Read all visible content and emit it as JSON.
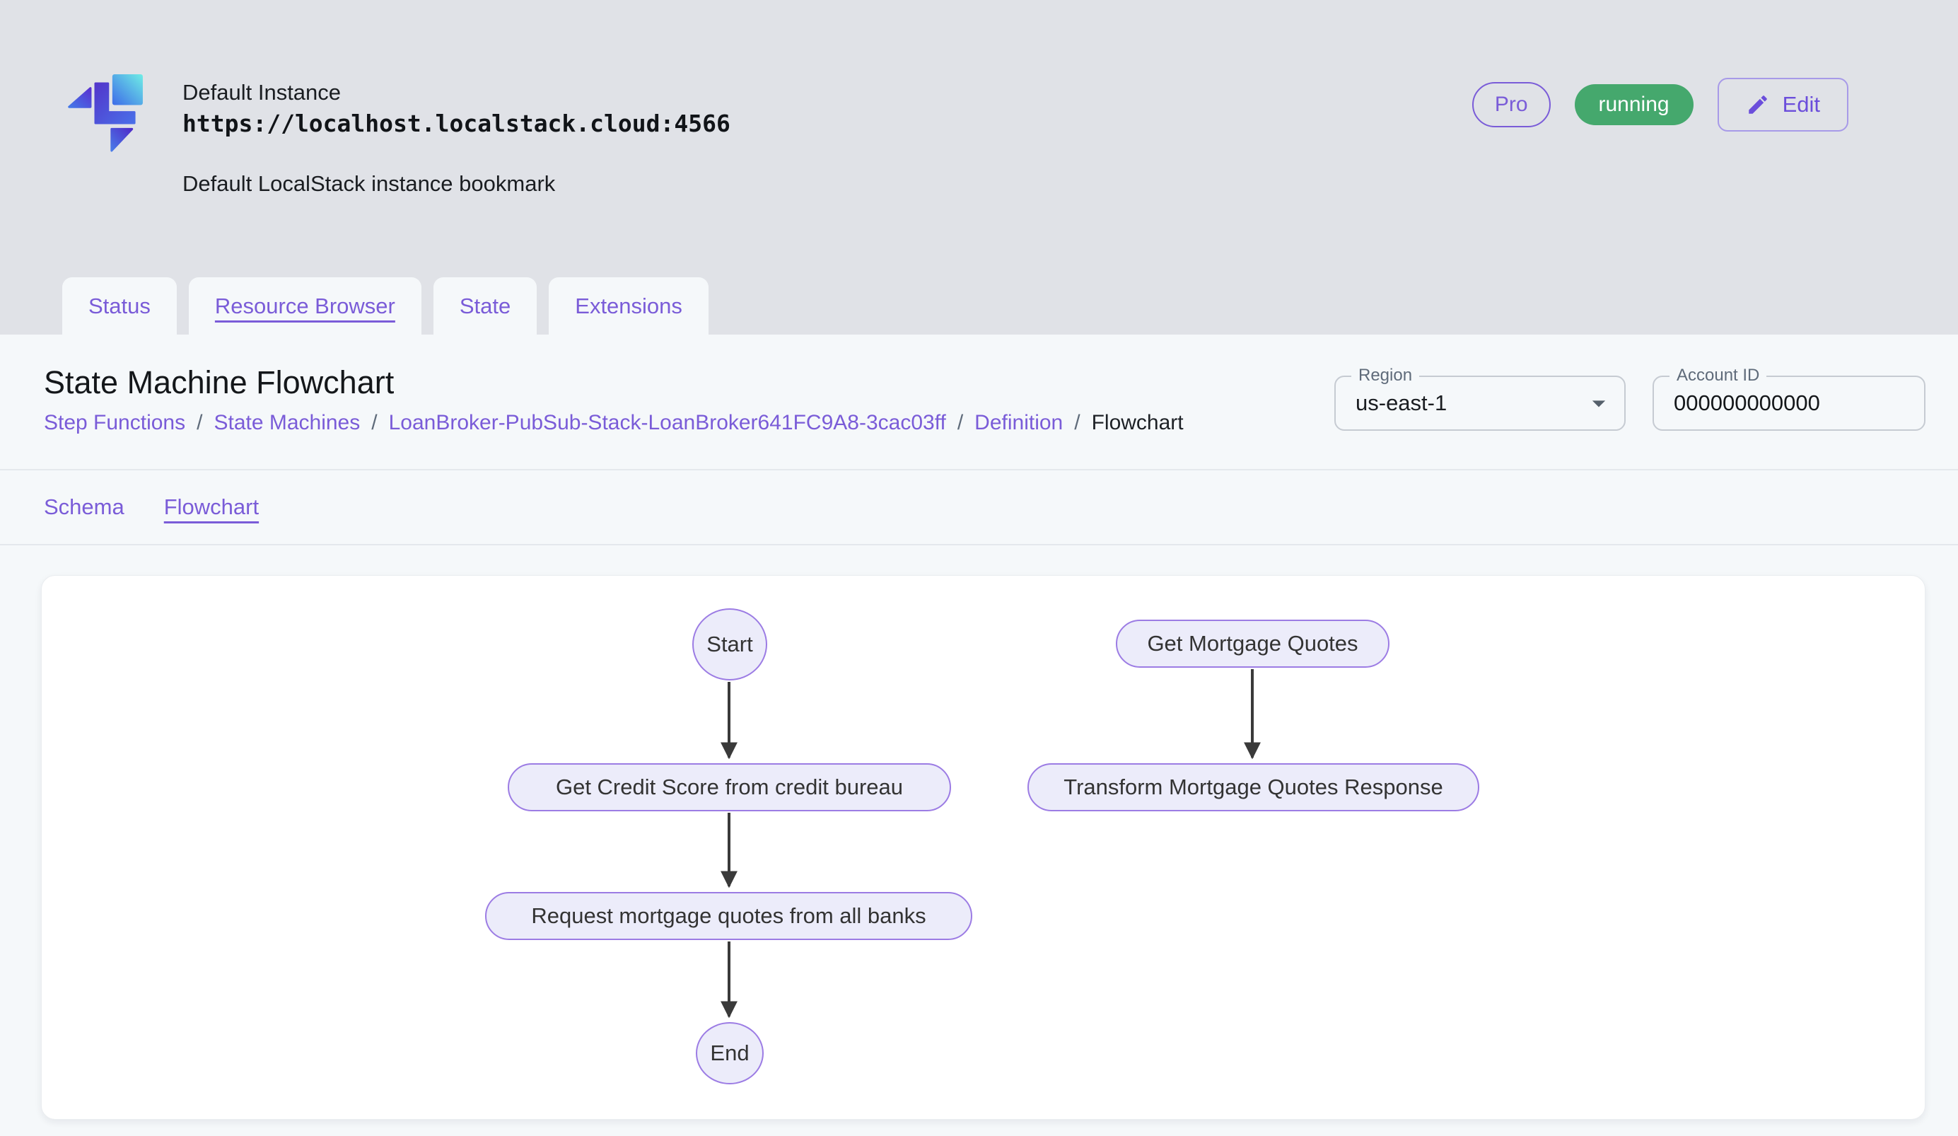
{
  "header": {
    "instance_name": "Default Instance",
    "instance_url": "https://localhost.localstack.cloud:4566",
    "instance_description": "Default LocalStack instance bookmark",
    "pro_badge_label": "Pro",
    "status_badge_label": "running",
    "edit_button_label": "Edit"
  },
  "tabs": [
    {
      "label": "Status",
      "active": false
    },
    {
      "label": "Resource Browser",
      "active": true
    },
    {
      "label": "State",
      "active": false
    },
    {
      "label": "Extensions",
      "active": false
    }
  ],
  "page": {
    "title": "State Machine Flowchart",
    "breadcrumb_separator": "/",
    "breadcrumbs": [
      {
        "label": "Step Functions",
        "current": false
      },
      {
        "label": "State Machines",
        "current": false
      },
      {
        "label": "LoanBroker-PubSub-Stack-LoanBroker641FC9A8-3cac03ff",
        "current": false
      },
      {
        "label": "Definition",
        "current": false
      },
      {
        "label": "Flowchart",
        "current": true
      }
    ],
    "region_selector": {
      "label": "Region",
      "value": "us-east-1"
    },
    "account_id_field": {
      "label": "Account ID",
      "value": "000000000000"
    }
  },
  "view_tabs": [
    {
      "label": "Schema",
      "active": false
    },
    {
      "label": "Flowchart",
      "active": true
    }
  ],
  "flowchart": {
    "nodes": [
      {
        "id": "start",
        "label": "Start",
        "shape": "ellipse"
      },
      {
        "id": "get-credit-score",
        "label": "Get Credit Score from credit bureau",
        "shape": "stadium"
      },
      {
        "id": "request-mortgage-quotes",
        "label": "Request mortgage quotes from all banks",
        "shape": "stadium"
      },
      {
        "id": "end",
        "label": "End",
        "shape": "ellipse"
      },
      {
        "id": "get-mortgage-quotes",
        "label": "Get Mortgage Quotes",
        "shape": "stadium"
      },
      {
        "id": "transform-mortgage-quotes-response",
        "label": "Transform Mortgage Quotes Response",
        "shape": "stadium"
      }
    ],
    "edges": [
      {
        "from": "start",
        "to": "get-credit-score"
      },
      {
        "from": "get-credit-score",
        "to": "request-mortgage-quotes"
      },
      {
        "from": "request-mortgage-quotes",
        "to": "end"
      },
      {
        "from": "get-mortgage-quotes",
        "to": "transform-mortgage-quotes-response"
      }
    ]
  },
  "colors": {
    "accent_purple": "#7A5CD8",
    "edit_purple": "#6B4EDB",
    "running_green": "#45A86D",
    "header_bg": "#E0E2E7",
    "panel_bg": "#F5F8FA",
    "node_fill": "#ECECFA",
    "node_border": "#9C7CE4",
    "arrow": "#3A3A3A"
  }
}
